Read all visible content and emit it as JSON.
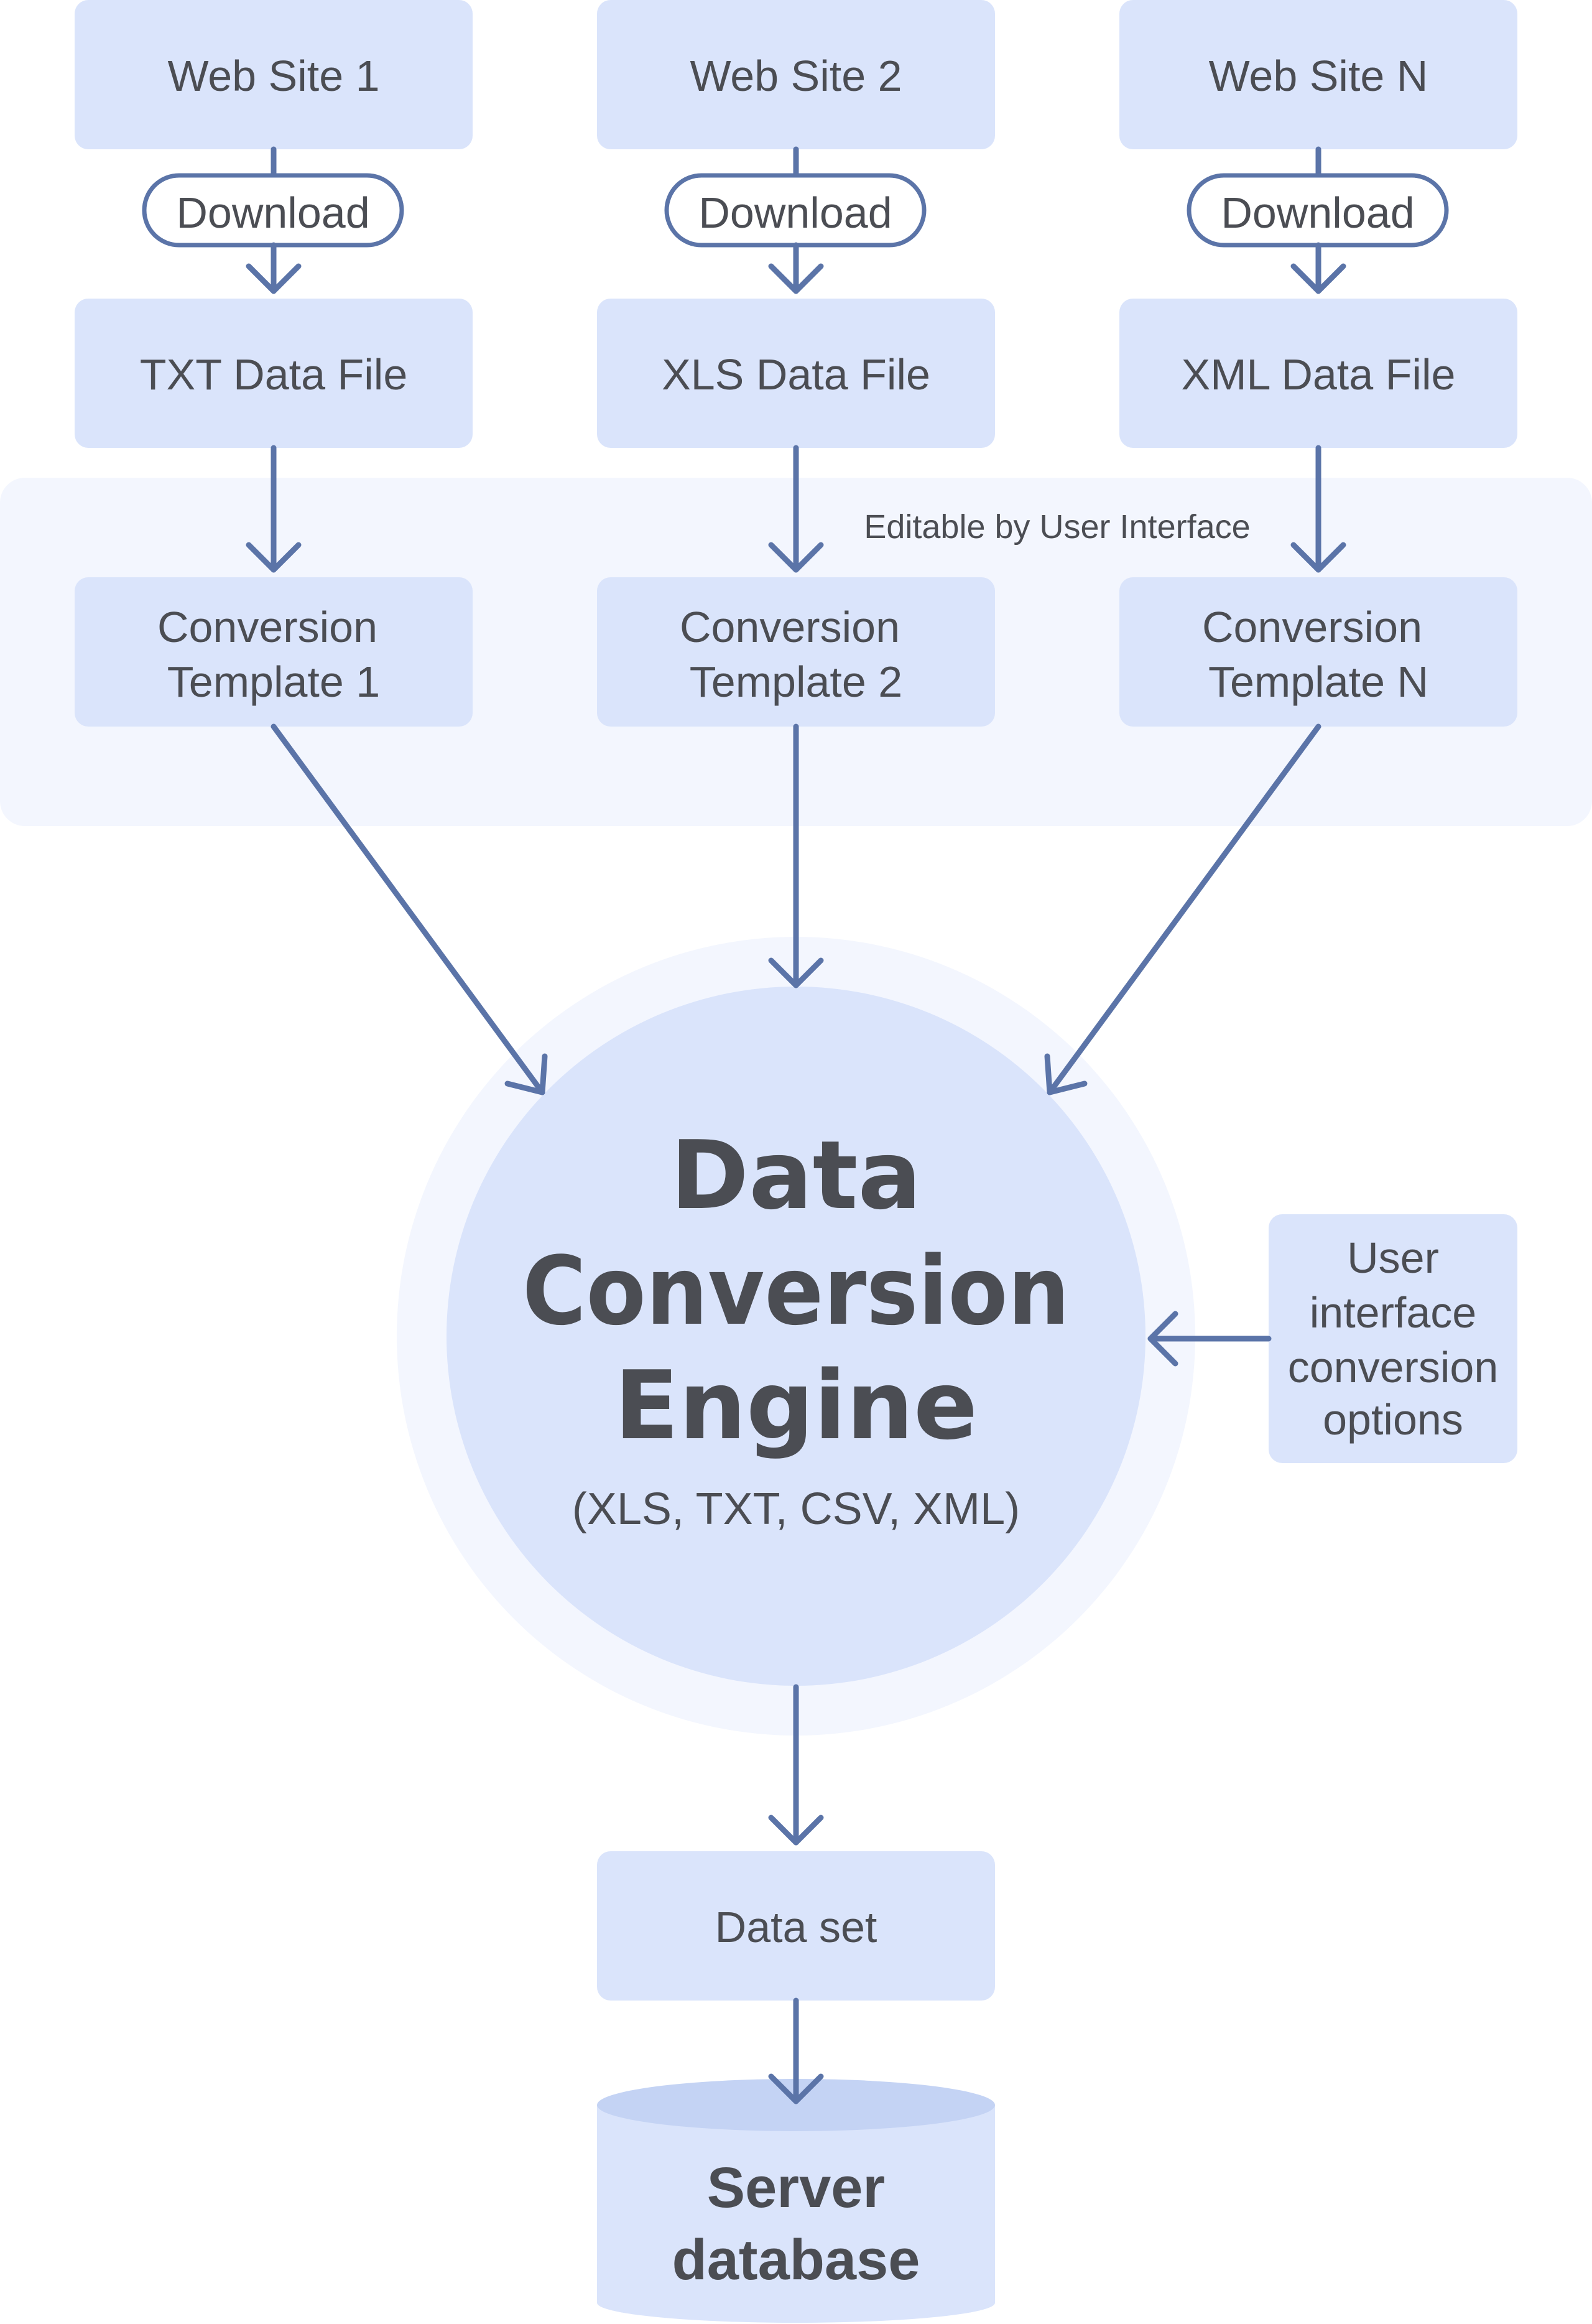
{
  "sources": [
    {
      "site": "Web Site 1",
      "action": "Download",
      "file": "TXT Data File",
      "template_line1": "Conversion",
      "template_line2": "Template 1"
    },
    {
      "site": "Web Site 2",
      "action": "Download",
      "file": "XLS Data File",
      "template_line1": "Conversion",
      "template_line2": "Template 2"
    },
    {
      "site": "Web Site N",
      "action": "Download",
      "file": "XML Data File",
      "template_line1": "Conversion",
      "template_line2": "Template N"
    }
  ],
  "editable_region_label": "Editable by User Interface",
  "engine": {
    "title_line1": "Data",
    "title_line2": "Conversion",
    "title_line3": "Engine",
    "formats": "(XLS, TXT, CSV, XML)"
  },
  "ui_options": {
    "line1": "User",
    "line2": "interface",
    "line3": "conversion",
    "line4": "options"
  },
  "dataset_label": "Data set",
  "database": {
    "line1": "Server",
    "line2": "database"
  },
  "colors": {
    "box_fill": "#dae4fb",
    "region_fill": "#f3f6fe",
    "arrow": "#5b74a8",
    "text": "#4b4d53"
  }
}
